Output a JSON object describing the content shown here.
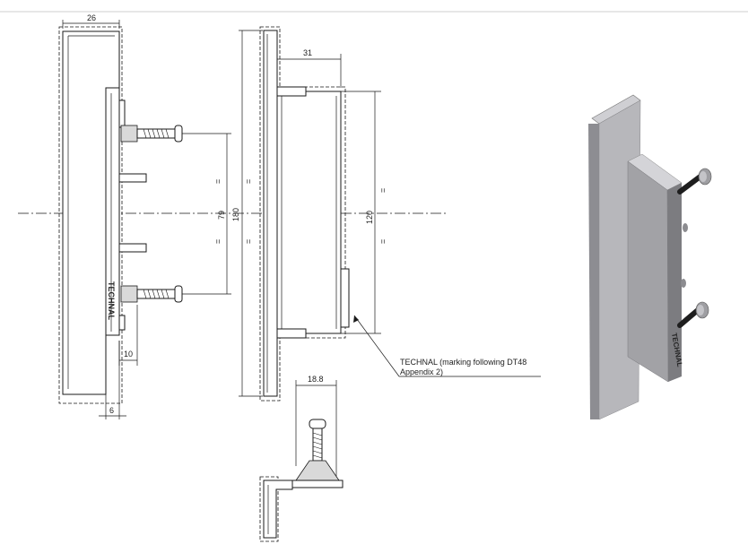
{
  "drawing": {
    "dimensions": {
      "side_overall_width": "26",
      "side_bolt_offset": "10",
      "side_base_thickness": "6",
      "front_depth": "31",
      "bolt_spacing": "79",
      "overall_height": "180",
      "body_height": "120",
      "detail_width": "18.8",
      "equal_mark": "="
    },
    "brand_marking": "TECHNAL",
    "annotation": {
      "line1": "TECHNAL (marking following DT48",
      "line2": "Appendix 2)"
    }
  },
  "colors": {
    "line": "#1a1a1a",
    "render_light": "#b9b9bd",
    "render_mid": "#9c9ca0",
    "render_dark": "#707074"
  }
}
